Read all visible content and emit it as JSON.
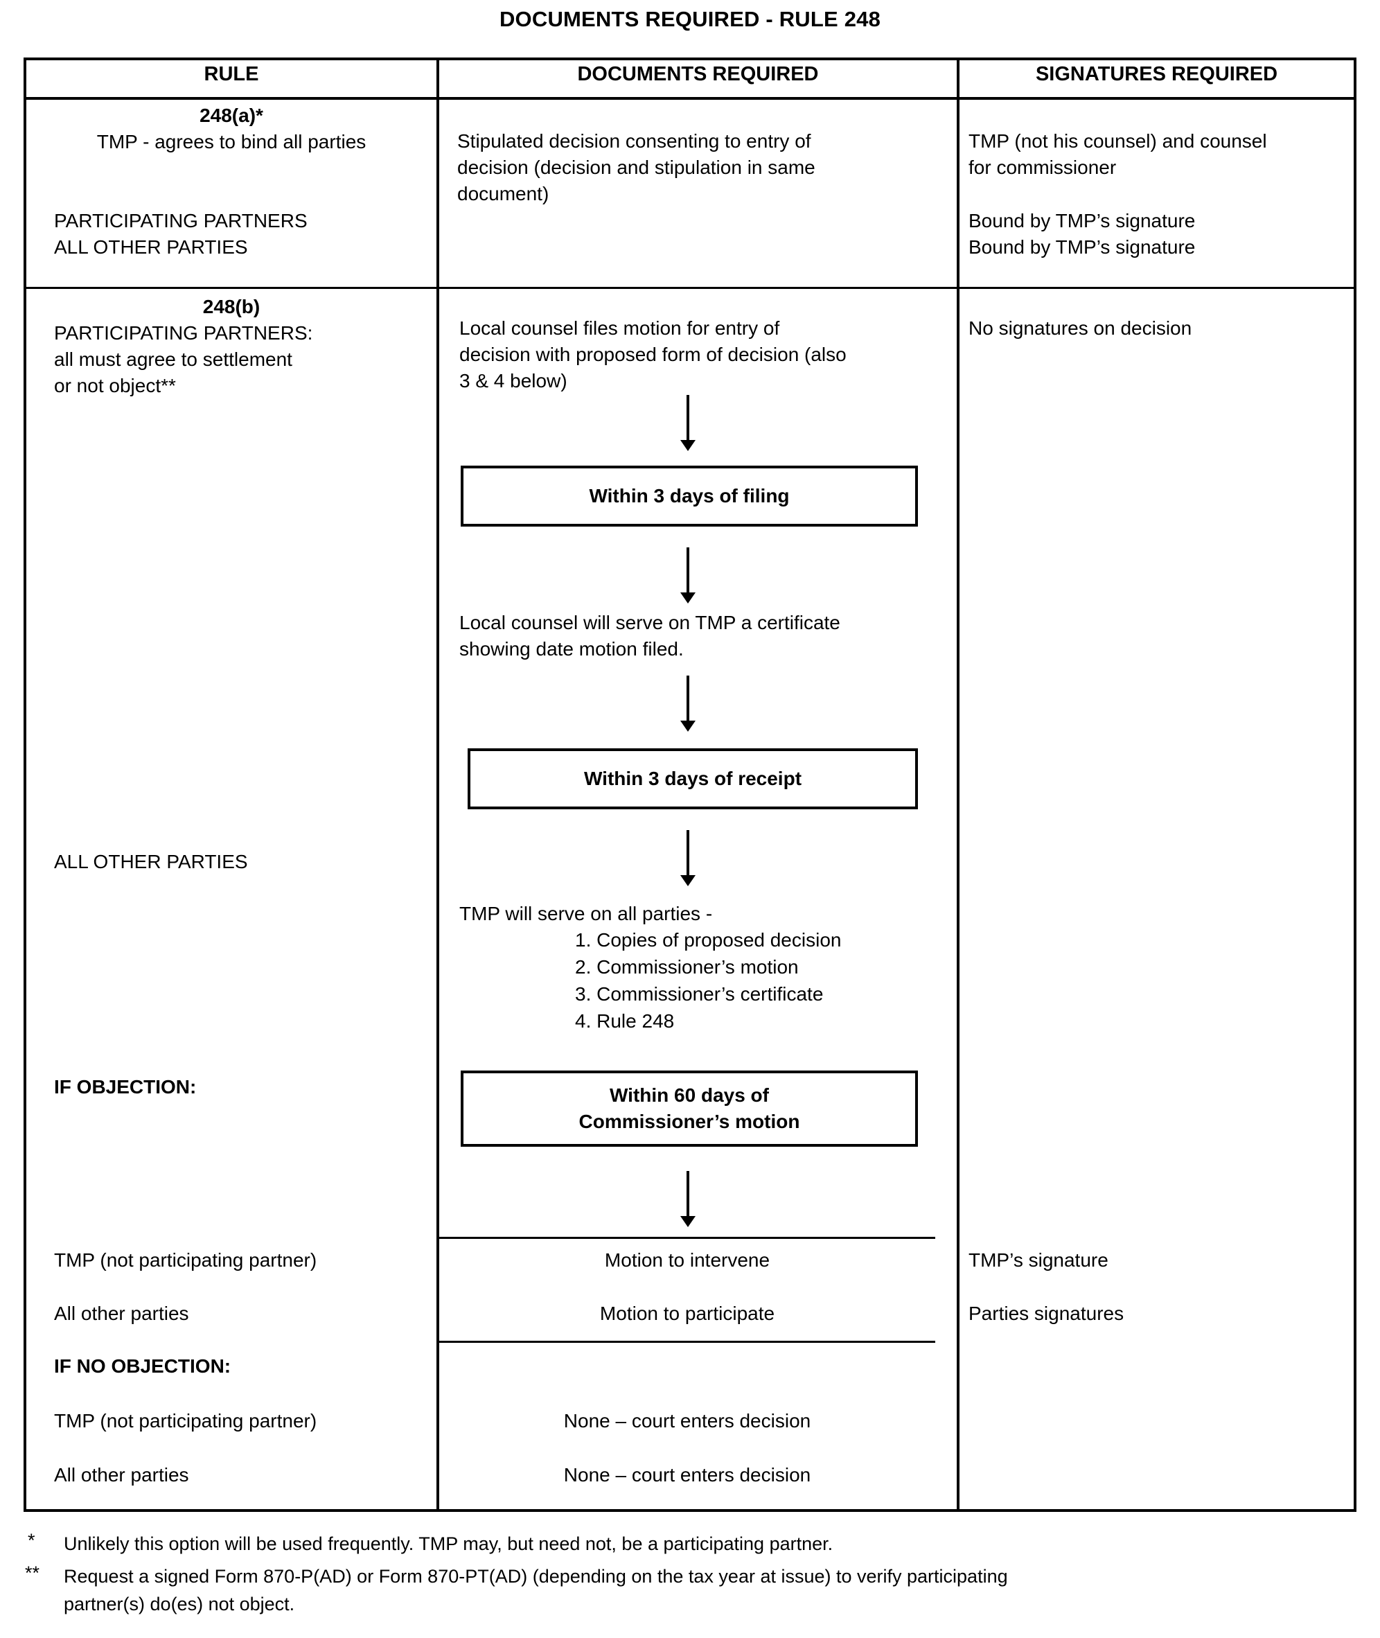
{
  "document": {
    "title": "DOCUMENTS REQUIRED - RULE 248"
  },
  "table": {
    "headers": {
      "rule": "RULE",
      "documents": "DOCUMENTS REQUIRED",
      "signatures": "SIGNATURES REQUIRED"
    },
    "rows": [
      {
        "id": "248a",
        "rule": {
          "heading": "248(a)*",
          "line1": "TMP - agrees to bind all parties",
          "line2": "PARTICIPATING PARTNERS",
          "line3": "ALL OTHER PARTIES"
        },
        "documents": {
          "text": "Stipulated decision consenting to entry of\ndecision (decision and stipulation in same\ndocument)"
        },
        "signatures": {
          "line1": "TMP (not his counsel) and counsel\nfor commissioner",
          "line2": "Bound by TMP’s signature",
          "line3": "Bound by TMP’s signature"
        }
      },
      {
        "id": "248b",
        "rule": {
          "heading": "248(b)",
          "line1": "PARTICIPATING PARTNERS:\nall must agree to settlement\nor not object**",
          "all_other_parties": "ALL OTHER PARTIES",
          "if_objection": "IF OBJECTION:",
          "if_objection_tmp": "TMP (not participating partner)",
          "if_objection_all": "All other parties",
          "if_no_objection": "IF NO OBJECTION:",
          "if_no_objection_tmp": "TMP (not participating partner)",
          "if_no_objection_all": "All other parties"
        },
        "documents": {
          "step1": "Local counsel files motion for entry of\ndecision with proposed form of decision (also\n3 & 4 below)",
          "box1": "Within 3 days of filing",
          "step2": "Local counsel will serve on TMP a certificate\nshowing date motion filed.",
          "box2": "Within 3 days of receipt",
          "step3_intro": "TMP will serve on all parties -",
          "step3_items": [
            "1. Copies of proposed decision",
            "2. Commissioner’s motion",
            "3. Commissioner’s certificate",
            "4. Rule 248"
          ],
          "box3": "Within 60 days of\nCommissioner’s motion",
          "objection_tmp": "Motion to intervene",
          "objection_all": "Motion to participate",
          "no_objection_tmp": "None – court enters decision",
          "no_objection_all": "None – court enters decision"
        },
        "signatures": {
          "top": "No signatures on decision",
          "objection_tmp": "TMP’s signature",
          "objection_all": "Parties signatures"
        }
      }
    ]
  },
  "footnotes": {
    "one_marker": "*",
    "one_text": "Unlikely this option will be used frequently.  TMP may, but need not, be a participating partner.",
    "two_marker": "**",
    "two_text": "Request a signed Form 870-P(AD) or Form 870-PT(AD) (depending on the tax year at issue) to verify participating\npartner(s) do(es) not object."
  },
  "colors": {
    "ink": "#000000",
    "paper": "#ffffff"
  }
}
